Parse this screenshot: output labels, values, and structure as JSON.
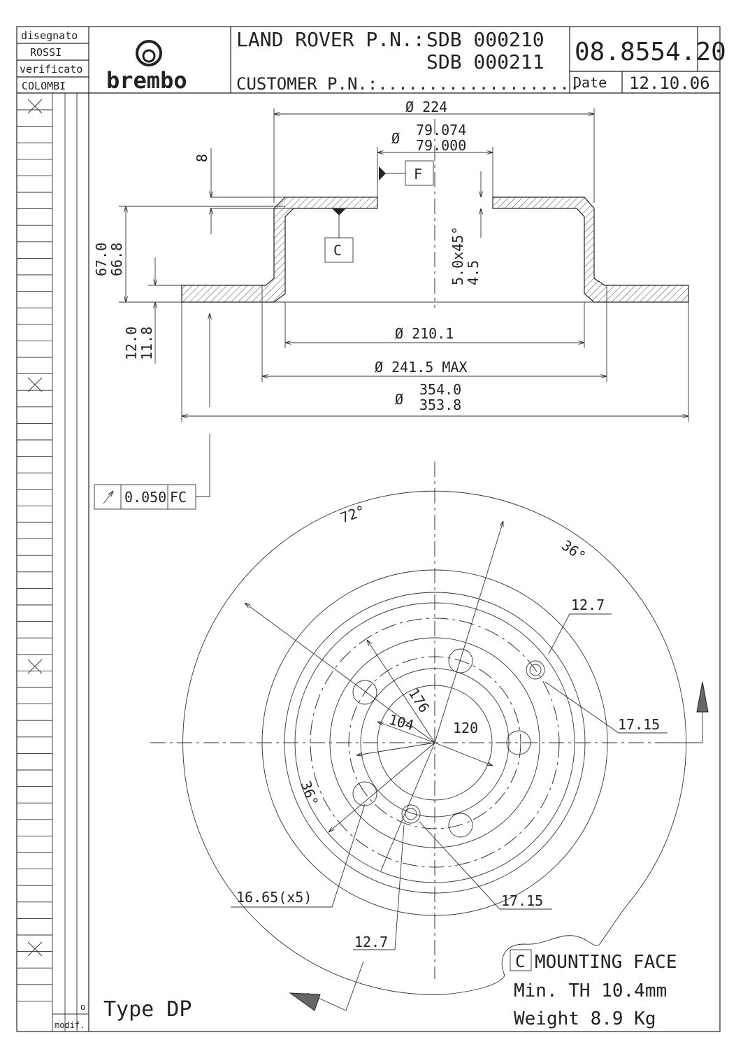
{
  "title_block": {
    "drawn_label": "disegnato",
    "drawn_by": "ROSSI",
    "checked_label": "verificato",
    "checked_by": "COLOMBI",
    "logo": "brembo",
    "oem_label": "LAND ROVER P.N.:",
    "oem_pn_1": "SDB 000210",
    "oem_pn_2": "SDB 000211",
    "customer_label": "CUSTOMER P.N.:....................",
    "part_number": "08.8554.20",
    "date_label": "Date",
    "date": "12.10.06"
  },
  "section_view": {
    "dim_outer_hat": "Ø 224",
    "dim_bore_sym": "Ø",
    "dim_bore_max": "79.074",
    "dim_bore_min": "79.000",
    "datum_f": "F",
    "datum_c": "C",
    "dim_hat_thk": "8",
    "dim_height_max": "67.0",
    "dim_height_min": "66.8",
    "dim_chamfer": "5.0x45°",
    "dim_chamfer_2": "4.5",
    "dim_disc_thk_max": "12.0",
    "dim_disc_thk_min": "11.8",
    "dim_inner": "Ø 210.1",
    "dim_241": "Ø 241.5 MAX",
    "dim_outer_sym": "Ø",
    "dim_outer_max": "354.0",
    "dim_outer_min": "353.8"
  },
  "tolerance": {
    "symbol": "runout",
    "value": "0.050",
    "datum": "FC"
  },
  "front_view": {
    "angle_72": "72°",
    "angle_36_top": "36°",
    "angle_36_bottom": "36°",
    "hole_12_7_top": "12.7",
    "hole_12_7_bottom": "12.7",
    "dim_17_15_right": "17.15",
    "dim_17_15_bottom": "17.15",
    "dim_176": "176",
    "dim_104": "104",
    "dim_120": "120",
    "dim_16_65": "16.65(x5)"
  },
  "notes": {
    "mounting_c": "C",
    "mounting": "MOUNTING FACE",
    "min_th": "Min. TH 10.4mm",
    "weight": "Weight  8.9 Kg",
    "type": "Type DP",
    "modif": "modif.",
    "modif_mark": "o"
  }
}
